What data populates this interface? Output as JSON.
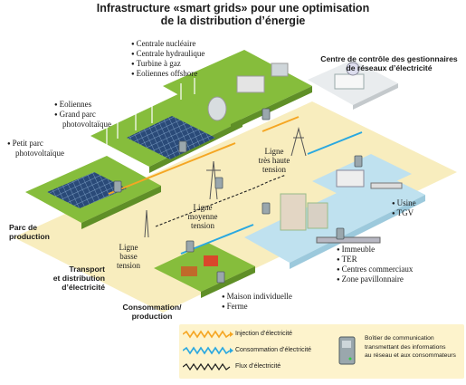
{
  "title": {
    "line1": "Infrastructure «smart grids» pour une optimisation",
    "line2": "de la distribution d’énergie"
  },
  "labels": {
    "production_list": [
      "Centrale nucléaire",
      "Centrale hydraulique",
      "Turbine à gaz",
      "Eoliennes offshore"
    ],
    "eolien_list": [
      "Eoliennes",
      "Grand parc",
      "photovoltaïque"
    ],
    "petit_parc": [
      "Petit parc",
      "photovoltaïque"
    ],
    "control_center": [
      "Centre de contrôle des gestionnaires",
      "de réseaux d’électricité"
    ],
    "parc_production": [
      "Parc de",
      "production"
    ],
    "transport": [
      "Transport",
      "et distribution",
      "d’électricité"
    ],
    "consommation": [
      "Consommation/",
      "production"
    ],
    "thl": [
      "Ligne",
      "très haute",
      "tension"
    ],
    "lmt": [
      "Ligne",
      "moyenne",
      "tension"
    ],
    "lbt": [
      "Ligne",
      "basse",
      "tension"
    ],
    "usine_tgv": [
      "Usine",
      "TGV"
    ],
    "immeuble_list": [
      "Immeuble",
      "TER",
      "Centres commerciaux",
      "Zone pavillonnaire"
    ],
    "maison_list": [
      "Maison individuelle",
      "Ferme"
    ]
  },
  "legend": {
    "injection": "Injection d’électricité",
    "consommation": "Consommation d’électricité",
    "flux": "Flux d’électricité",
    "device": [
      "Boîtier de communication",
      "transmettant des informations",
      "au réseau et aux consommateurs"
    ]
  },
  "colors": {
    "injection": "#f5a623",
    "consommation": "#2aa8e0",
    "flux": "#222222",
    "grass": "#86bd3c",
    "road": "#f6e7a8",
    "urban": "#bfe1ef"
  },
  "icons": {
    "device": "smart-meter-box-icon"
  }
}
